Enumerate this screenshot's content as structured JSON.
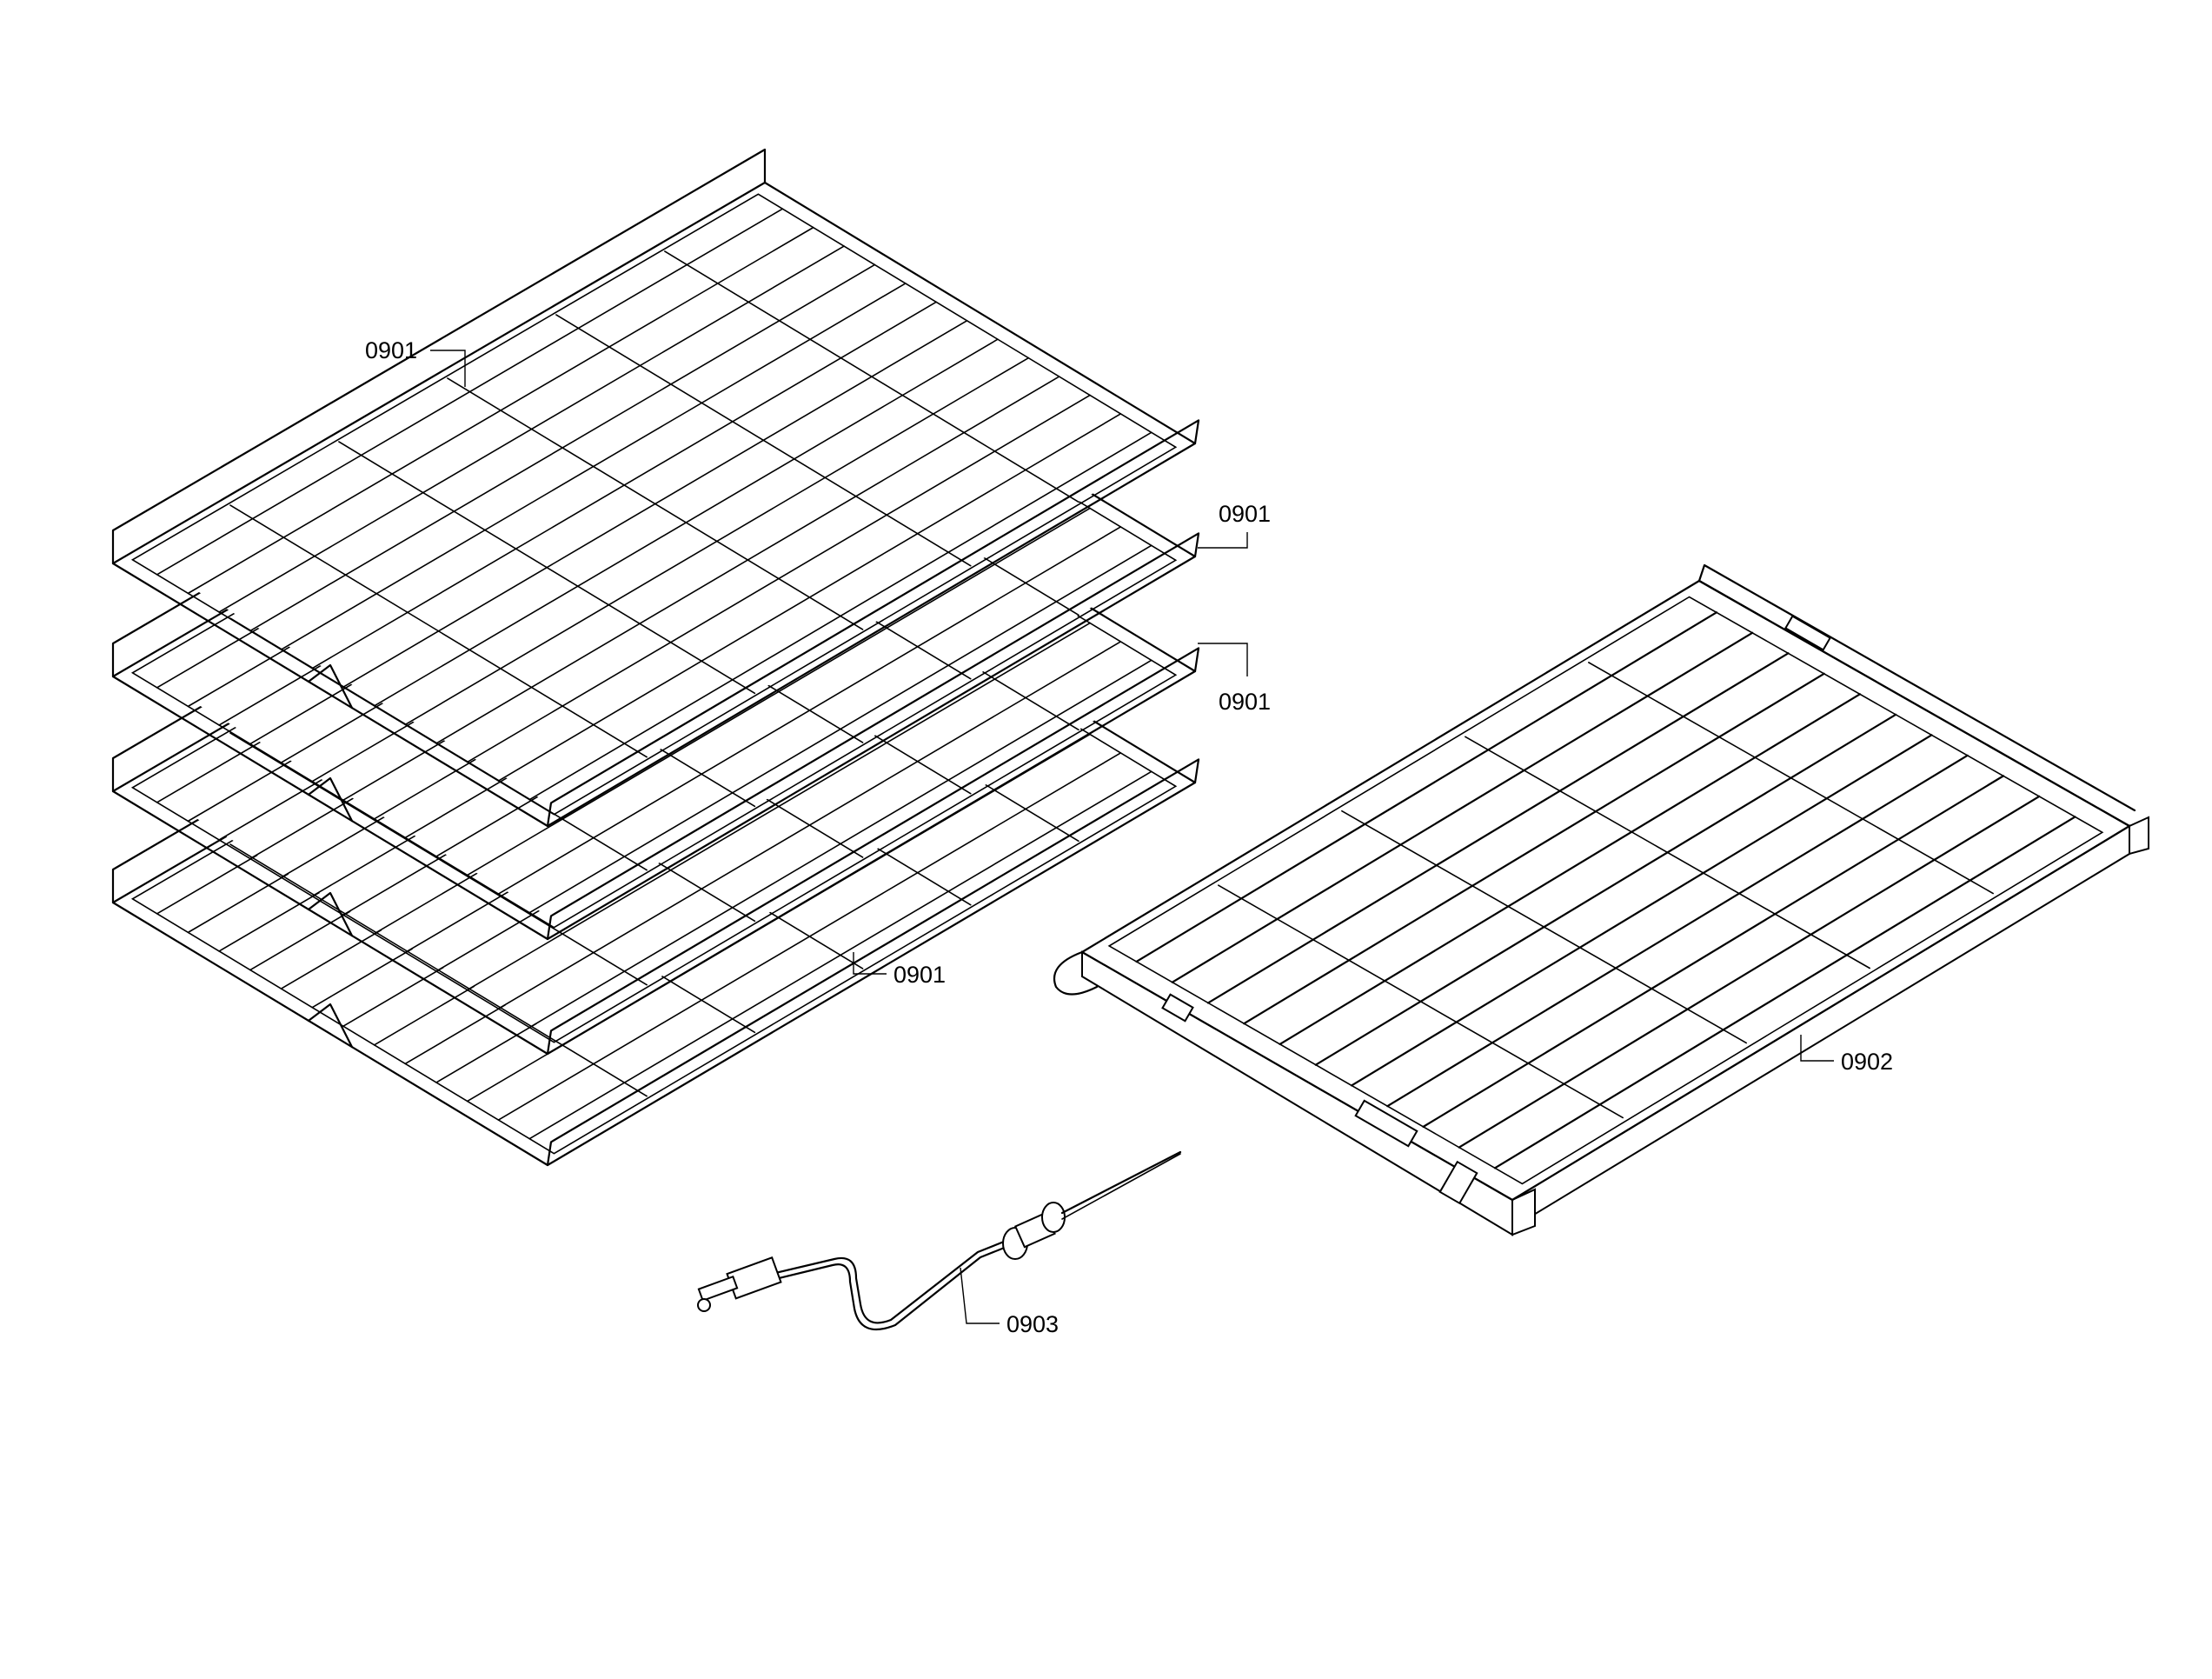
{
  "callouts": {
    "rack_top": "0901",
    "rack_second": "0901",
    "rack_third": "0901",
    "rack_bottom": "0901",
    "telescopic_rack": "0902",
    "meat_probe": "0903"
  },
  "racks": {
    "stacked_count": 4,
    "longitudinal_wires": 14,
    "cross_wires": 6
  },
  "telescopic": {
    "longitudinal_wires": 12,
    "cross_wires": 5
  },
  "colors": {
    "line": "#000000",
    "background": "#ffffff"
  }
}
